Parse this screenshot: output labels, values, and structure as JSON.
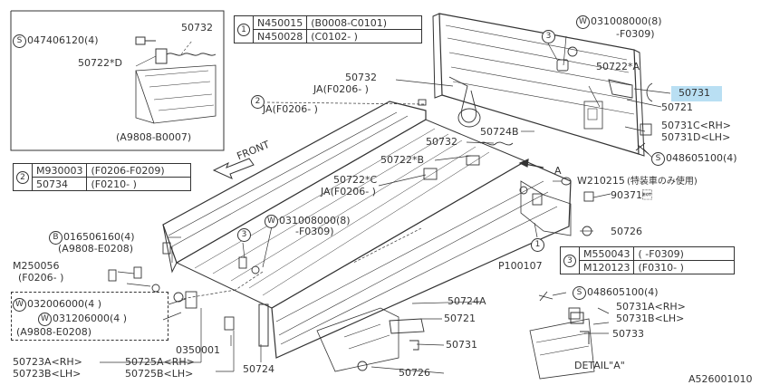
{
  "inset": {
    "bolt": "047406120(4)",
    "bolt_key": "S",
    "part_a": "50732",
    "part_b": "50722*D",
    "range": "(A9808-B0007)"
  },
  "table1": {
    "key": "1",
    "rows": [
      {
        "code": "N450015",
        "range": "(B0008-C0101)"
      },
      {
        "code": "N450028",
        "range": "(C0102-      )"
      }
    ]
  },
  "table2": {
    "key": "2",
    "rows": [
      {
        "code": "M930003",
        "range": "(F0206-F0209)"
      },
      {
        "code": "50734",
        "range": "(F0210-      )"
      }
    ]
  },
  "table3": {
    "key": "3",
    "rows": [
      {
        "code": "M550043",
        "range": "(      -F0309)"
      },
      {
        "code": "M120123",
        "range": "(F0310-      )"
      }
    ]
  },
  "labels": {
    "washer_top": "031008000(8)",
    "washer_top_key": "W",
    "washer_top_range": "-F0309)",
    "circ3_top": "3",
    "part_50722a": "50722*A",
    "part_50731_hl": "50731",
    "part_50721_top": "50721",
    "part_50732_mid": "50732",
    "ja_50732": "JA(F0206-   )",
    "circ2_mid": "2",
    "ja_circ2": "JA(F0206-   )",
    "part_50724b": "50724B",
    "part_50731c": "50731C<RH>",
    "part_50731d": "50731D<LH>",
    "screw_right": "048605100(4)",
    "screw_right_key": "S",
    "front": "FRONT",
    "part_50732_low": "50732",
    "part_50722b": "50722*B",
    "letter_a": "A",
    "washer_w210215": "W210215",
    "w210215_note": "(特装車のみ使用)",
    "part_50722c": "50722*C",
    "ja_50722c": "JA(F0206-   )",
    "part_90371": "90371\u0004",
    "washer_mid": "031008000(8)",
    "washer_mid_key": "W",
    "washer_mid_range": "-F0309)",
    "bolt_left": "016506160(4)",
    "bolt_left_key": "B",
    "bolt_left_range": "(A9808-E0208)",
    "circ3_mid": "3",
    "part_50726_right": "50726",
    "circ1_low": "1",
    "m250056": "M250056",
    "m250056_range": "(F0206-   )",
    "part_p100107": "P100107",
    "washer_032": "032006000(4  )",
    "washer_032_key": "W",
    "washer_031": "031206000(4  )",
    "washer_031_key": "W",
    "washer_range": "(A9808-E0208)",
    "screw_low": "048605100(4)",
    "screw_low_key": "S",
    "part_50724a": "50724A",
    "part_50731a": "50731A<RH>",
    "part_50731b": "50731B<LH>",
    "part_50721_low": "50721",
    "part_50733": "50733",
    "part_0350001": "0350001",
    "part_50731_low": "50731",
    "part_50723a": "50723A<RH>",
    "part_50723b": "50723B<LH>",
    "part_50725a": "50725A<RH>",
    "part_50725b": "50725B<LH>",
    "part_50724": "50724",
    "part_50726_low": "50726",
    "detail": "DETAIL\"A\"",
    "diagram_code": "A526001010"
  },
  "colors": {
    "line": "#333333",
    "highlight": "#b9dff3",
    "background": "#ffffff"
  }
}
